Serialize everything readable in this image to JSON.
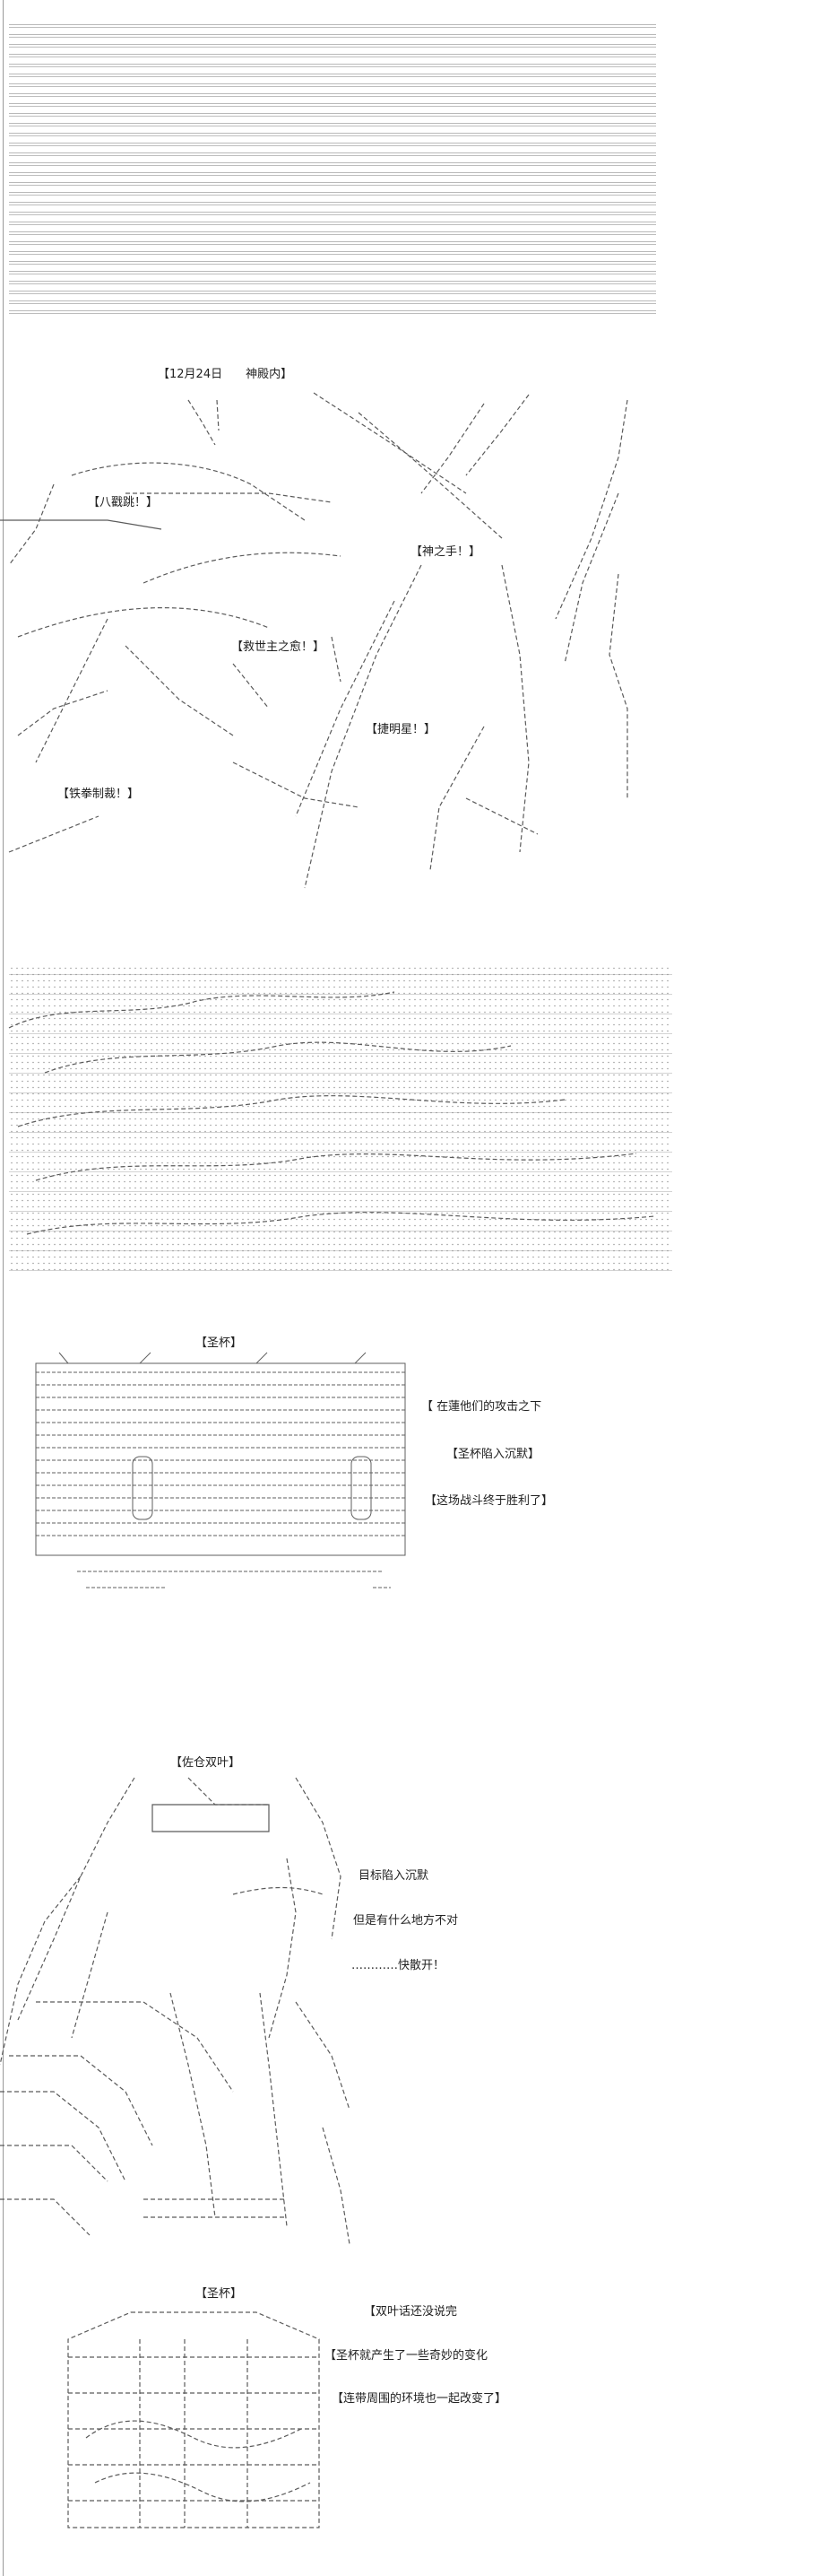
{
  "panel1": {
    "heading": "【12月24日　　神殿内】",
    "labels": [
      "【八戳跳！】",
      "【神之手！】",
      "【救世主之愈！】",
      "【捷明星！】",
      "【铁拳制裁！】"
    ]
  },
  "panel2": {
    "heading": "【圣杯】",
    "labels": [
      "【 在蓮他们的攻击之下",
      "【圣杯陷入沉默】",
      "【这场战斗终于胜利了】"
    ]
  },
  "panel3": {
    "heading": "【佐仓双叶】",
    "labels": [
      "目标陷入沉默",
      "但是有什么地方不对",
      "…………快散开！"
    ]
  },
  "panel4": {
    "heading": "【圣杯】",
    "labels": [
      "【双叶话还没说完",
      "【圣杯就产生了一些奇妙的变化",
      "【连带周围的环境也一起改变了】"
    ]
  }
}
